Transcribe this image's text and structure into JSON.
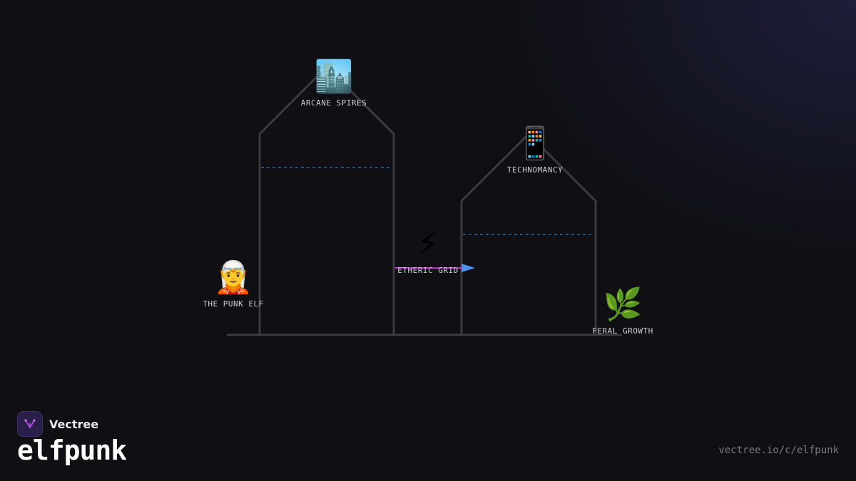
{
  "brand": {
    "name": "Vectree",
    "logo_icon": "vectree-logo-icon",
    "accent_color": "#b44ce0"
  },
  "title": "elfpunk",
  "url": "vectree.io/c/elfpunk",
  "colors": {
    "outline": "#3a3a40",
    "dashed": "#4a8fd8",
    "arrow_line": "#c026d3",
    "arrow_head": "#4f8ff0"
  },
  "nodes": {
    "arcane_spires": {
      "label": "ARCANE SPIRES",
      "icon": "cityscape-icon",
      "emoji": "🏙️"
    },
    "technomancy": {
      "label": "TECHNOMANCY",
      "icon": "mobile-phone-icon",
      "emoji": "📱"
    },
    "etheric_grid": {
      "label": "ETHERIC GRID",
      "icon": "lightning-icon",
      "emoji": "⚡"
    },
    "punk_elf": {
      "label": "THE PUNK ELF",
      "icon": "elf-icon",
      "emoji": "🧝"
    },
    "feral_growth": {
      "label": "FERAL GROWTH",
      "icon": "herb-icon",
      "emoji": "🌿"
    }
  }
}
